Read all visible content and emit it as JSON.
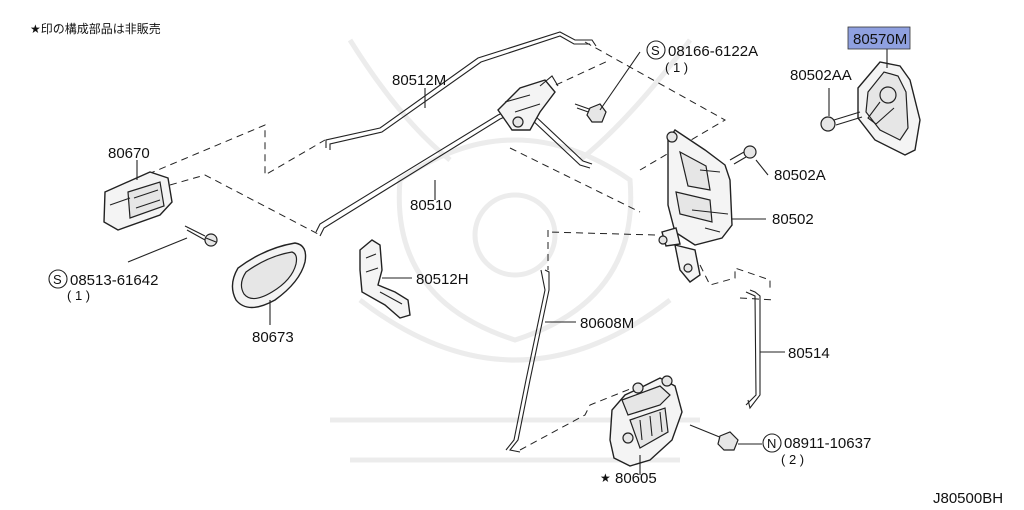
{
  "note": "★印の構成部品は非販売",
  "diagram_code": "J80500BH",
  "highlight_color": "#8fa0e0",
  "parts": {
    "p80570m": "80570M",
    "p80502aa": "80502AA",
    "p80502a": "80502A",
    "p80502": "80502",
    "p80512m": "80512M",
    "p80510": "80510",
    "p80670": "80670",
    "p80673": "80673",
    "p80512h": "80512H",
    "p80608m": "80608M",
    "p80514": "80514",
    "p80605": "80605",
    "p08166": "08166-6122A",
    "p08166_qty": "( 1 )",
    "p08513": "08513-61642",
    "p08513_qty": "( 1 )",
    "p08911": "08911-10637",
    "p08911_qty": "( 2 )"
  },
  "symbols": {
    "s_mark": "S",
    "n_mark": "N",
    "star": "★"
  }
}
